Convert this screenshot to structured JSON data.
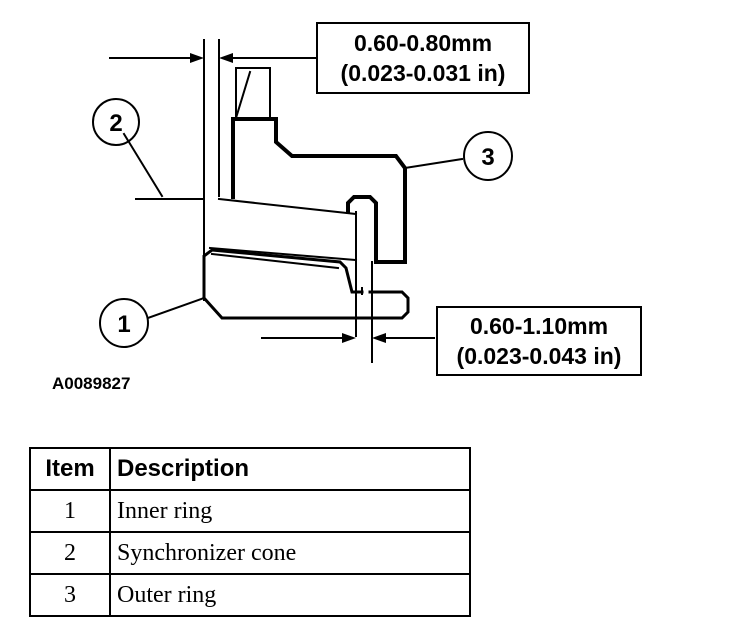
{
  "diagram": {
    "dimension_top": {
      "line1": "0.60-0.80mm",
      "line2": "(0.023-0.031 in)"
    },
    "dimension_bottom": {
      "line1": "0.60-1.10mm",
      "line2": "(0.023-0.043 in)"
    },
    "callouts": [
      "1",
      "2",
      "3"
    ],
    "figure_id": "A0089827"
  },
  "legend": {
    "headers": {
      "item": "Item",
      "description": "Description"
    },
    "rows": [
      {
        "item": "1",
        "description": "Inner ring"
      },
      {
        "item": "2",
        "description": "Synchronizer cone"
      },
      {
        "item": "3",
        "description": "Outer ring"
      }
    ]
  }
}
